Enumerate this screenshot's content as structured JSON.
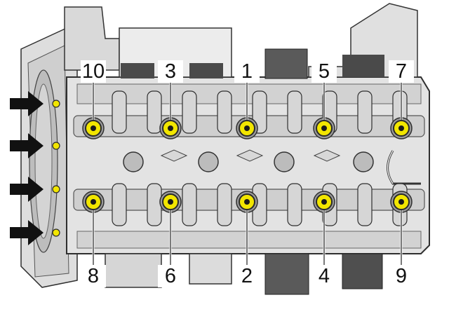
{
  "diagram": {
    "colors": {
      "bolt": "#f2e600",
      "bolt_ring": "#2a2a2a",
      "metal_light": "#e6e6e6",
      "metal_mid": "#c9c9c9",
      "metal_dark": "#6e6e6e",
      "outline": "#2f2f2f",
      "arrow": "#111111"
    },
    "bolts": [
      {
        "label": "10",
        "row": "top",
        "column": 1
      },
      {
        "label": "3",
        "row": "top",
        "column": 2
      },
      {
        "label": "1",
        "row": "top",
        "column": 3
      },
      {
        "label": "5",
        "row": "top",
        "column": 4
      },
      {
        "label": "7",
        "row": "top",
        "column": 5
      },
      {
        "label": "8",
        "row": "bottom",
        "column": 1
      },
      {
        "label": "6",
        "row": "bottom",
        "column": 2
      },
      {
        "label": "2",
        "row": "bottom",
        "column": 3
      },
      {
        "label": "4",
        "row": "bottom",
        "column": 4
      },
      {
        "label": "9",
        "row": "bottom",
        "column": 5
      }
    ],
    "side_arrows": [
      {
        "icon": "arrow-right-icon"
      },
      {
        "icon": "arrow-right-icon"
      },
      {
        "icon": "arrow-right-icon"
      },
      {
        "icon": "arrow-right-icon"
      }
    ]
  }
}
